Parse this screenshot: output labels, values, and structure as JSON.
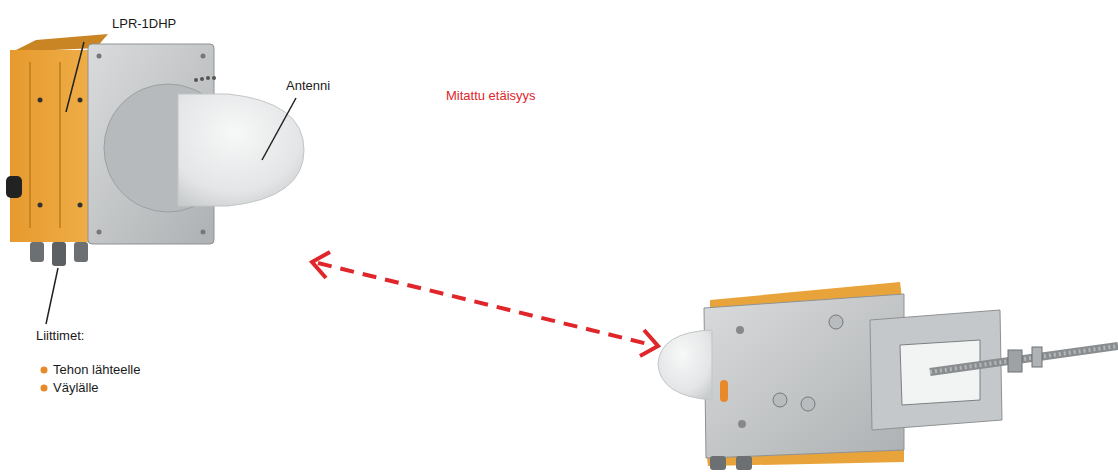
{
  "diagram": {
    "labels": [
      "LPR-1DHP",
      "Antenni",
      "Mitattu etäisyys",
      "Liittimet:",
      "Tehon lähteelle",
      "Väylälle"
    ]
  }
}
